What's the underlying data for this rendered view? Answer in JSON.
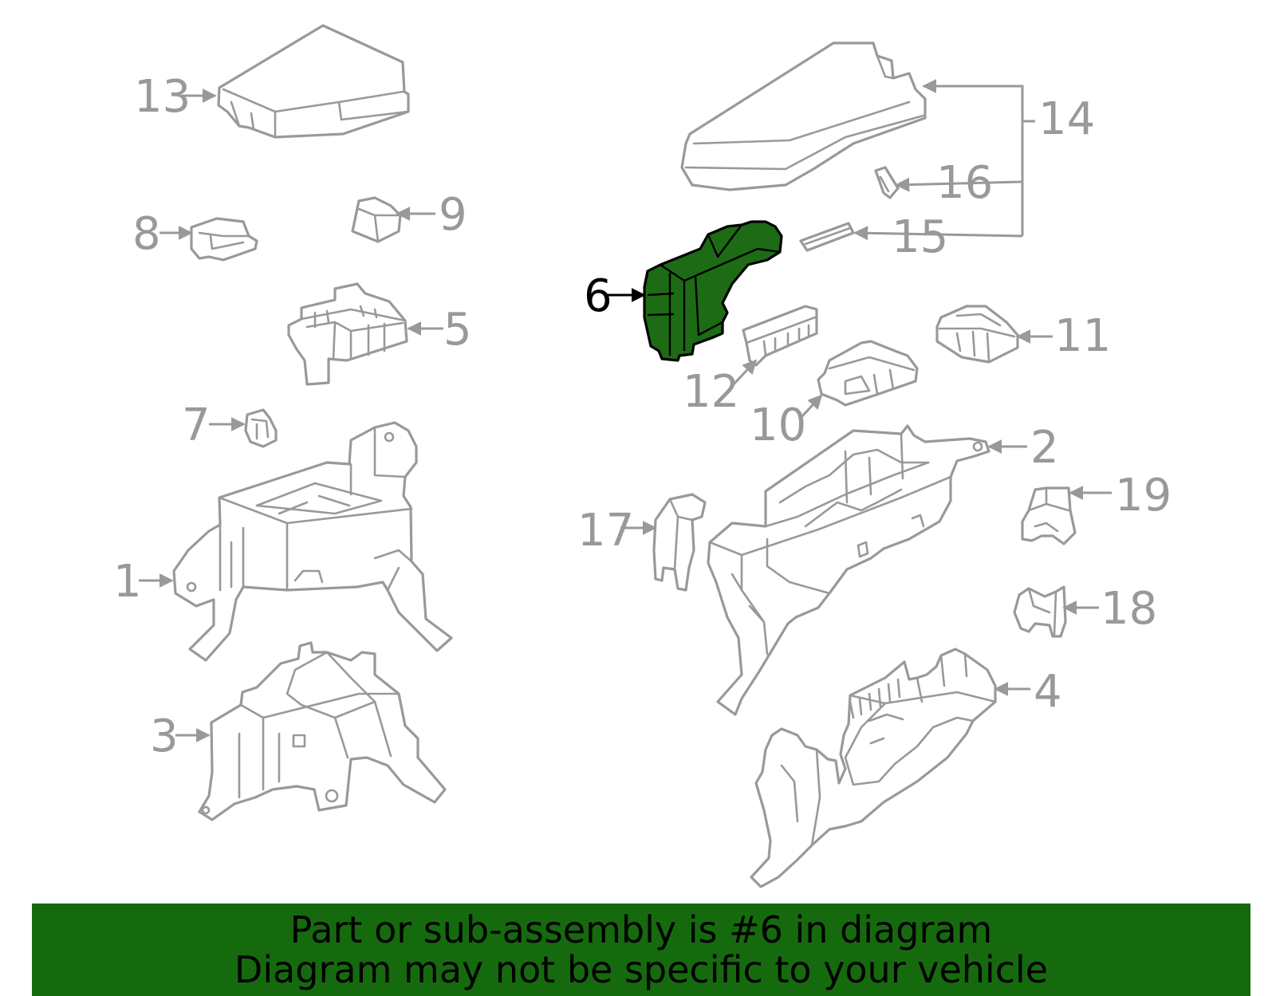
{
  "colors": {
    "outline": "#999999",
    "highlight_fill": "#1d6b14",
    "highlight_outline": "#000000",
    "banner_background": "#166a0e",
    "banner_text": "#000000"
  },
  "highlighted_part": "6",
  "callouts": {
    "c1": "1",
    "c2": "2",
    "c3": "3",
    "c4": "4",
    "c5": "5",
    "c6": "6",
    "c7": "7",
    "c8": "8",
    "c9": "9",
    "c10": "10",
    "c11": "11",
    "c12": "12",
    "c13": "13",
    "c14": "14",
    "c15": "15",
    "c16": "16",
    "c17": "17",
    "c18": "18",
    "c19": "19"
  },
  "banner": {
    "line1": "Part or sub-assembly is #6 in diagram",
    "line2": "Diagram may not be specific to your vehicle"
  }
}
